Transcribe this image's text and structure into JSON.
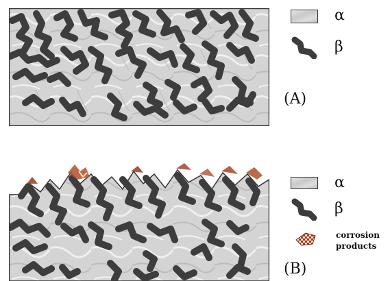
{
  "legend_a": {
    "alpha": "α",
    "beta": "β"
  },
  "legend_b": {
    "alpha": "α",
    "beta": "β",
    "corrosion_line1": "corrosion",
    "corrosion_line2": "products"
  },
  "panels": {
    "a_label": "(A)",
    "b_label": "(B)"
  },
  "colors": {
    "matrix": "#cfcfcf",
    "beta_phase": "#3d3d3d",
    "corrosion": "#9c3a1e",
    "border": "#333333"
  },
  "icons": {
    "alpha_swatch": "alpha-phase-swatch-icon",
    "beta_blob": "beta-phase-blob-icon",
    "corrosion": "corrosion-products-icon"
  }
}
